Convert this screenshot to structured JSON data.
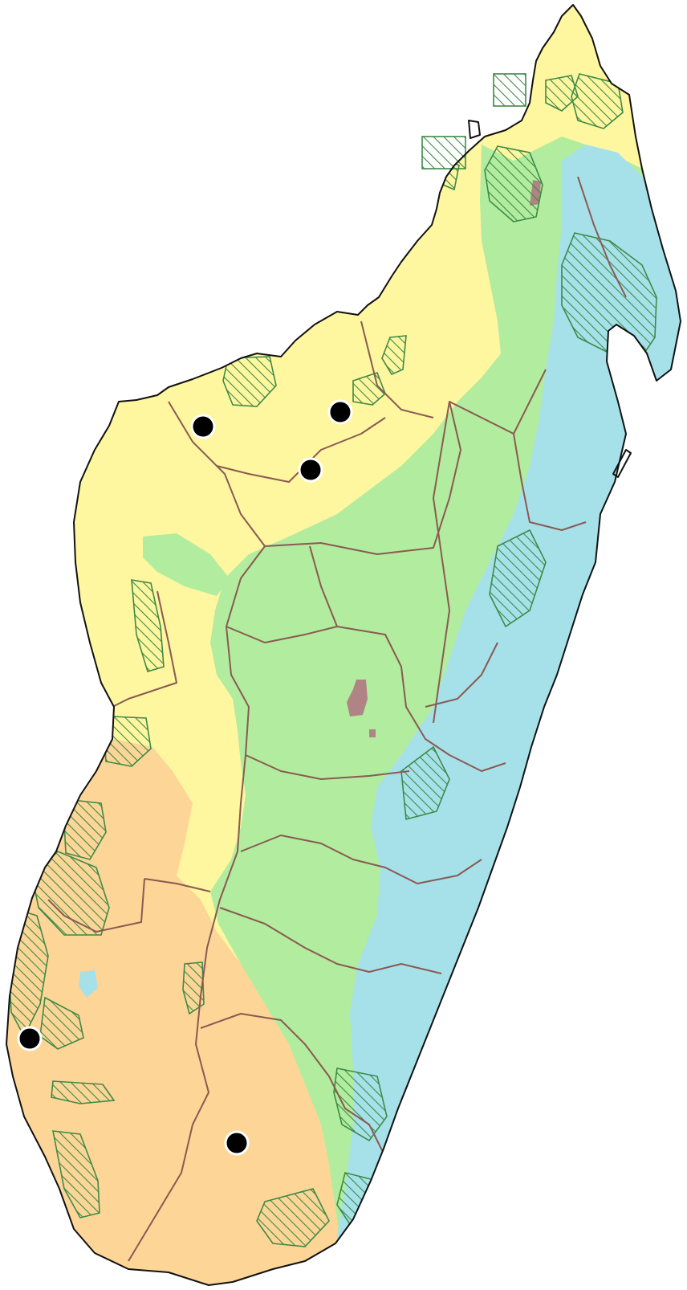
{
  "map": {
    "colors": {
      "background": "#ffffff",
      "coastline": "#111111",
      "region_border": "#8a5a52",
      "protected_area": "#3d8a47",
      "humid_zone": "#a6e1ea",
      "subhumid_zone": "#b2ec9e",
      "dry_zone": "#fff6a0",
      "semiarid_zone": "#fdd597",
      "montane_zone": "#b08484",
      "site_marker": "#000000",
      "site_marker_outline": "#ffffff"
    },
    "sites": [
      {
        "id": "site-1"
      },
      {
        "id": "site-2"
      },
      {
        "id": "site-3"
      },
      {
        "id": "site-4"
      },
      {
        "id": "site-5"
      }
    ]
  }
}
